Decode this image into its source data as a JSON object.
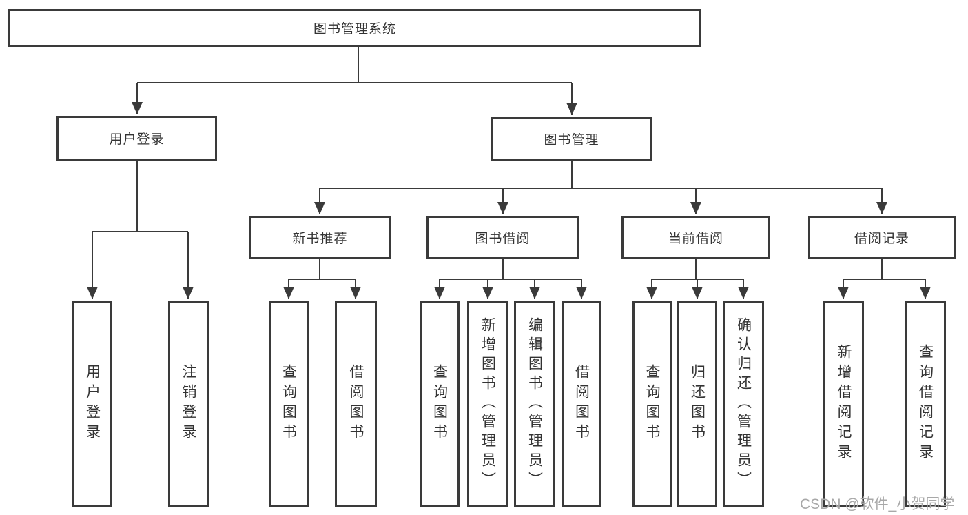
{
  "tree": {
    "label": "图书管理系统",
    "children": [
      {
        "label": "用户登录",
        "children": [
          {
            "label": "用户登录"
          },
          {
            "label": "注销登录"
          }
        ]
      },
      {
        "label": "图书管理",
        "children": [
          {
            "label": "新书推荐",
            "children": [
              {
                "label": "查询图书"
              },
              {
                "label": "借阅图书"
              }
            ]
          },
          {
            "label": "图书借阅",
            "children": [
              {
                "label": "查询图书"
              },
              {
                "label": "新增图书（管理员）"
              },
              {
                "label": "编辑图书（管理员）"
              },
              {
                "label": "借阅图书"
              }
            ]
          },
          {
            "label": "当前借阅",
            "children": [
              {
                "label": "查询图书"
              },
              {
                "label": "归还图书"
              },
              {
                "label": "确认归还（管理员）"
              }
            ]
          },
          {
            "label": "借阅记录",
            "children": [
              {
                "label": "新增借阅记录"
              },
              {
                "label": "查询借阅记录"
              }
            ]
          }
        ]
      }
    ]
  },
  "watermark": {
    "text": "CSDN @软件_小贺同学"
  },
  "colors": {
    "line": "#3a3a3a",
    "text": "#333333",
    "watermark": "#a8a8a8",
    "background": "#ffffff"
  }
}
